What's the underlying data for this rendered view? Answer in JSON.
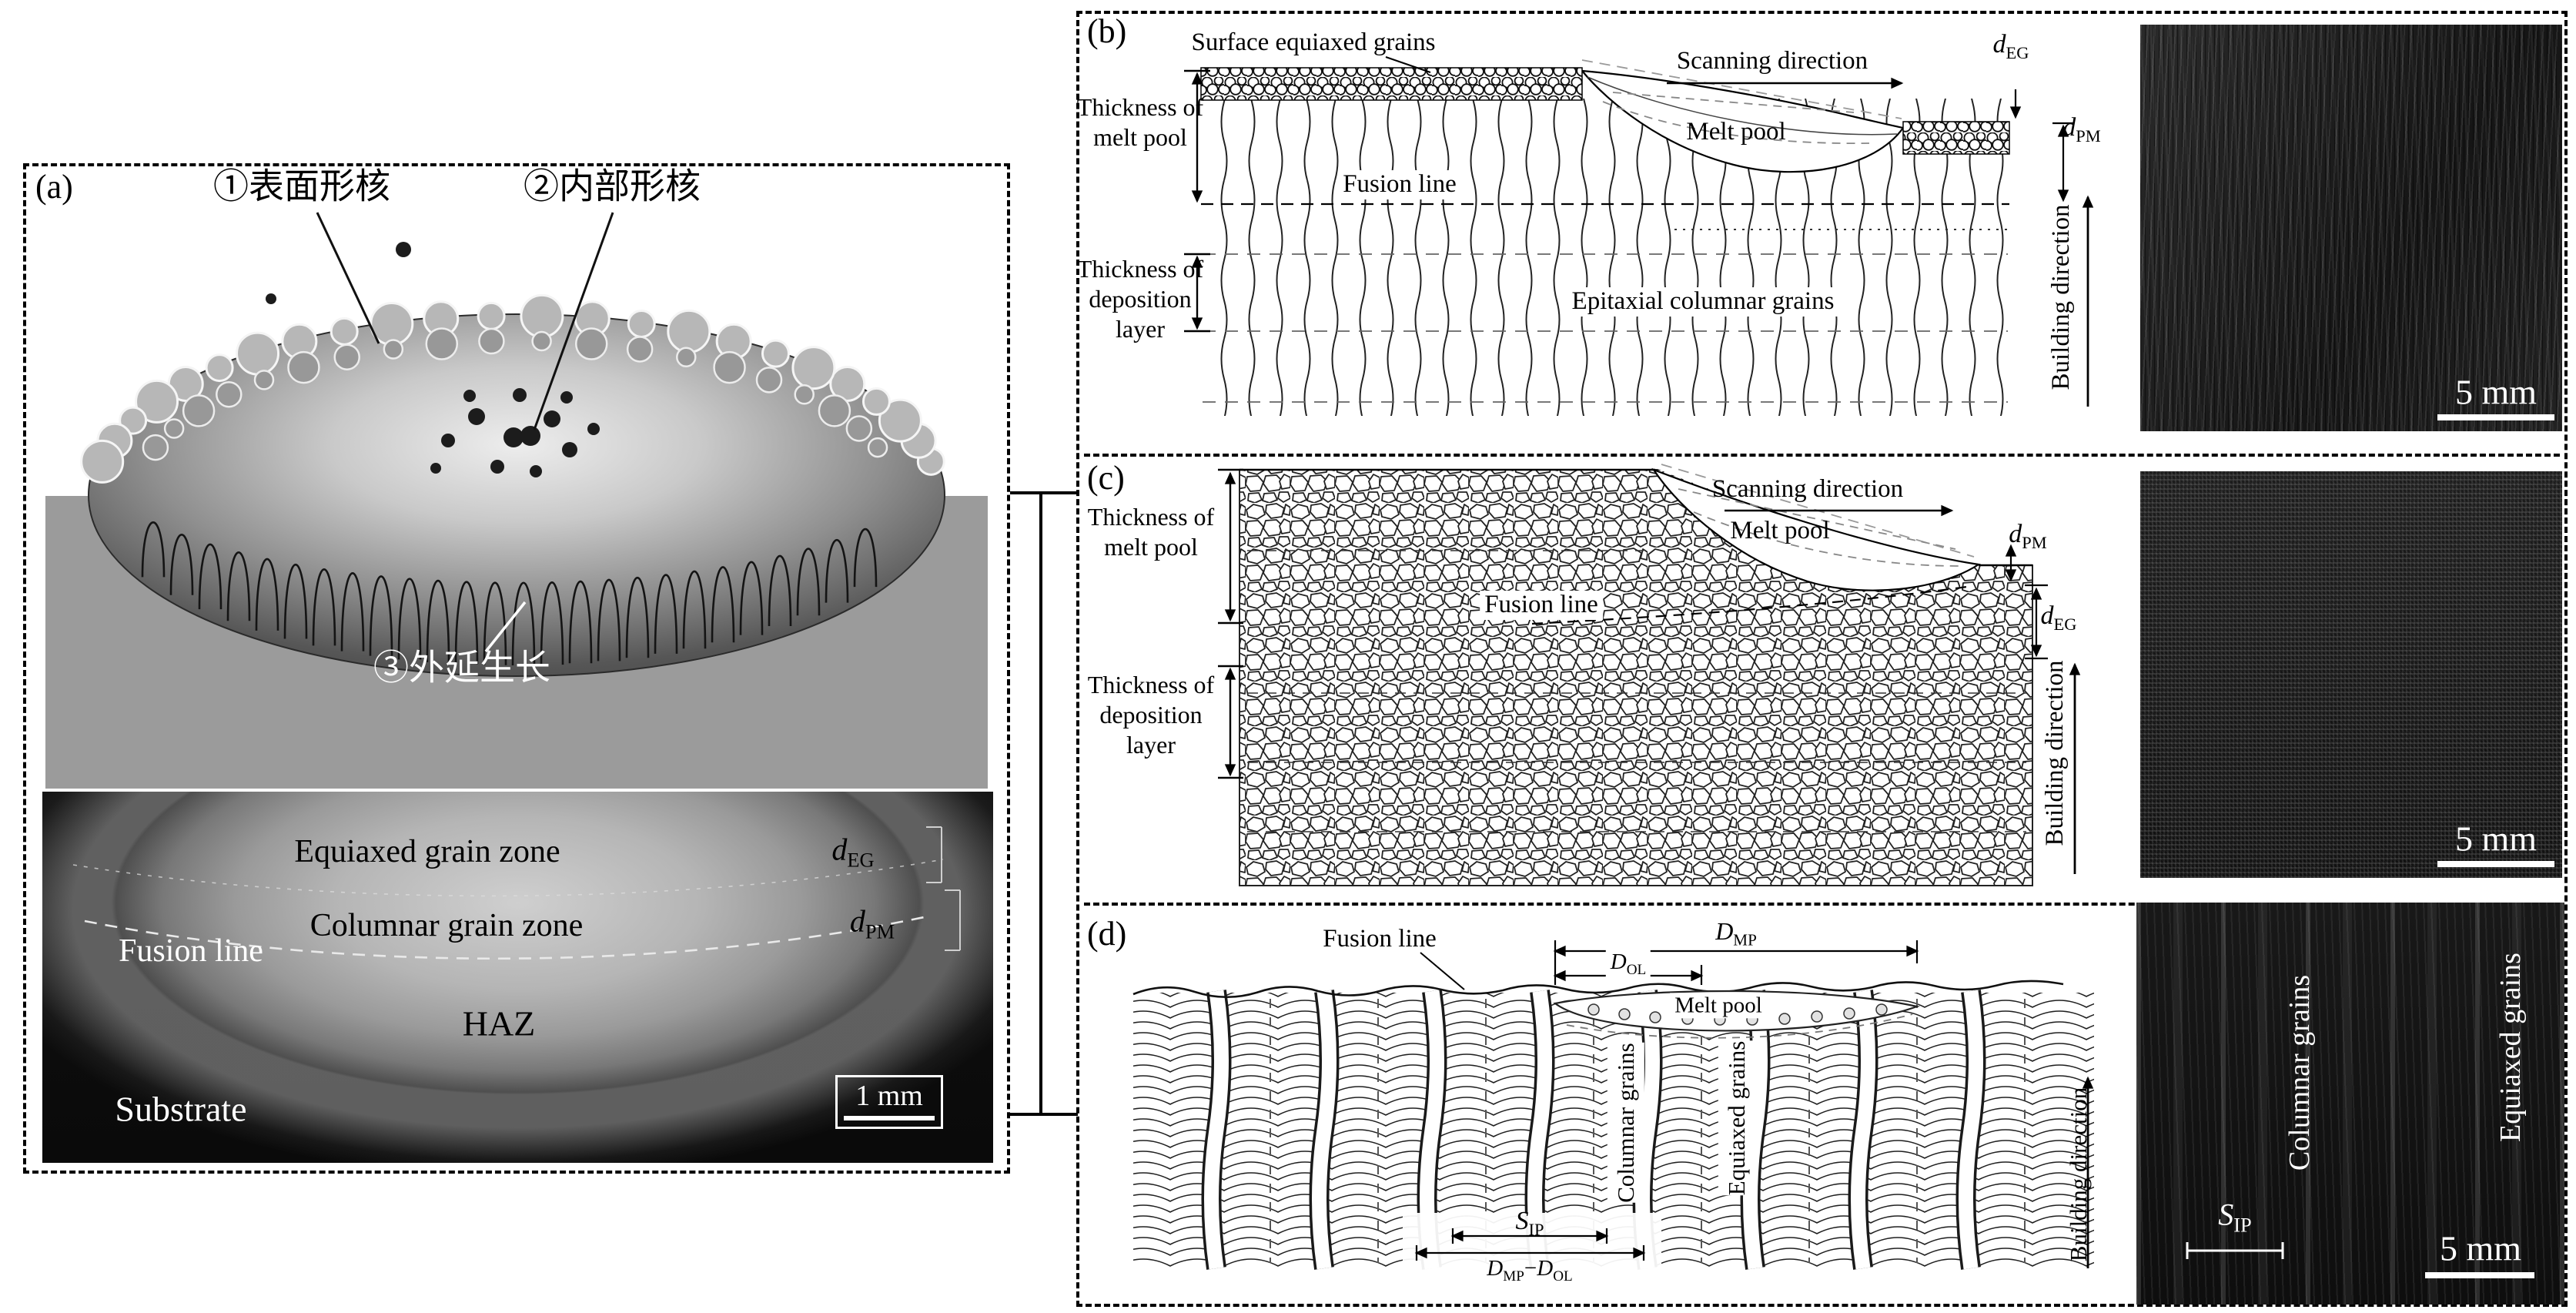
{
  "a": {
    "label": "(a)",
    "surface_nucleation": "①表面形核",
    "internal_nucleation": "②内部形核",
    "epitaxial_growth": "③外延生长",
    "micro": {
      "equiaxed_zone": "Equiaxed grain zone",
      "columnar_zone": "Columnar grain zone",
      "fusion_line": "Fusion line",
      "haz": "HAZ",
      "substrate": "Substrate",
      "scale_bar": "1 mm",
      "d_eg": {
        "base": "d",
        "sub": "EG"
      },
      "d_pm": {
        "base": "d",
        "sub": "PM"
      }
    }
  },
  "b": {
    "label": "(b)",
    "surface_equiaxed_grains": "Surface equiaxed grains",
    "scanning_direction": "Scanning direction",
    "melt_pool": "Melt pool",
    "fusion_line": "Fusion line",
    "thickness_melt_pool": "Thickness of melt pool",
    "thickness_deposition_layer": "Thickness of deposition layer",
    "epitaxial_columnar_grains": "Epitaxial columnar grains",
    "building_direction": "Building direction",
    "scale_bar": "5 mm",
    "d_eg": {
      "base": "d",
      "sub": "EG"
    },
    "d_pm": {
      "base": "d",
      "sub": "PM"
    }
  },
  "c": {
    "label": "(c)",
    "scanning_direction": "Scanning direction",
    "melt_pool": "Melt pool",
    "fusion_line": "Fusion line",
    "thickness_melt_pool": "Thickness of melt pool",
    "thickness_deposition_layer": "Thickness of deposition layer",
    "building_direction": "Building direction",
    "scale_bar": "5 mm",
    "d_pm": {
      "base": "d",
      "sub": "PM"
    },
    "d_eg": {
      "base": "d",
      "sub": "EG"
    }
  },
  "d": {
    "label": "(d)",
    "fusion_line": "Fusion line",
    "melt_pool": "Melt pool",
    "columnar_grains": "Columnar grains",
    "equiaxed_grains": "Equiaxed grains",
    "building_direction": "Building direction",
    "d_mp": {
      "base": "D",
      "sub": "MP"
    },
    "d_ol": {
      "base": "D",
      "sub": "OL"
    },
    "s_ip": {
      "base": "S",
      "sub": "IP"
    },
    "dmp_minus_dol": {
      "b1": "D",
      "s1": "MP",
      "op": "−",
      "b2": "D",
      "s2": "OL"
    },
    "micro": {
      "columnar_grains": "Columnar grains",
      "equiaxed_grains": "Equiaxed grains",
      "s_ip": {
        "base": "S",
        "sub": "IP"
      },
      "scale_bar": "5 mm"
    }
  },
  "colors": {
    "background": "#ffffff",
    "line": "#000000",
    "substrate_gray": "#9b9b9b"
  }
}
